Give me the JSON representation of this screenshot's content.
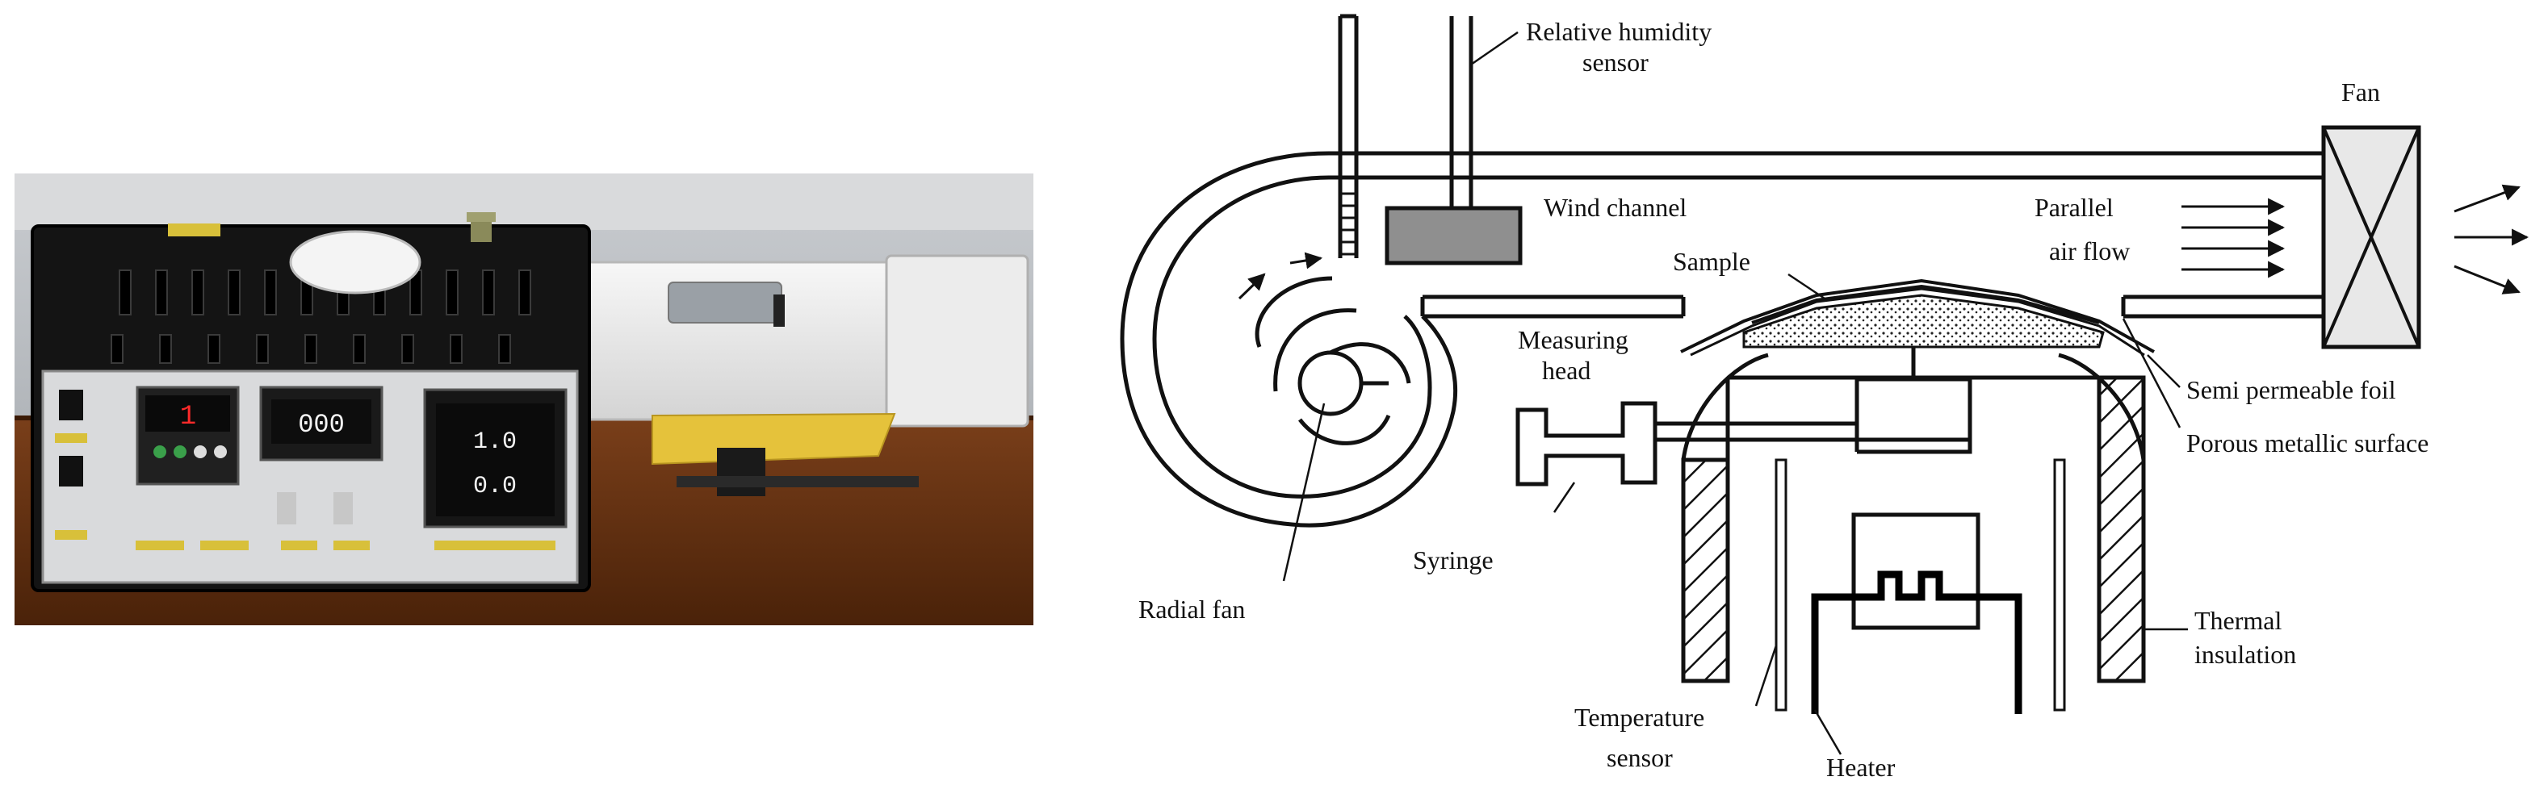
{
  "photo": {
    "description_name": "apparatus-photo",
    "display_left": "1",
    "display_mid": "000",
    "display_right_top": "1.0",
    "display_right_bottom": "0.0"
  },
  "diagram": {
    "labels": {
      "relative_humidity_sensor_line1": "Relative humidity",
      "relative_humidity_sensor_line2": "sensor",
      "wind_channel": "Wind channel",
      "parallel_air_flow_line1": "Parallel",
      "parallel_air_flow_line2": "air flow",
      "fan": "Fan",
      "sample": "Sample",
      "measuring_head_line1": "Measuring",
      "measuring_head_line2": "head",
      "semi_permeable_foil": "Semi permeable foil",
      "porous_metallic_surface": "Porous metallic surface",
      "syringe": "Syringe",
      "radial_fan": "Radial fan",
      "thermal_insulation_line1": "Thermal",
      "thermal_insulation_line2": "insulation",
      "temperature_sensor_line1": "Temperature",
      "temperature_sensor_line2": "sensor",
      "heater": "Heater"
    }
  }
}
